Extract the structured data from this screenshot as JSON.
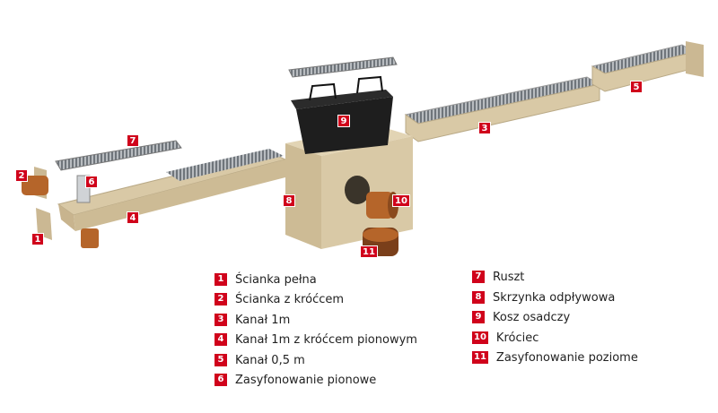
{
  "callouts": [
    "1",
    "2",
    "3",
    "4",
    "5",
    "6",
    "7",
    "8",
    "9",
    "10",
    "11"
  ],
  "legend": [
    {
      "num": "1",
      "label": "Ścianka pełna"
    },
    {
      "num": "2",
      "label": "Ścianka z króćcem"
    },
    {
      "num": "3",
      "label": "Kanał 1m"
    },
    {
      "num": "4",
      "label": "Kanał 1m z króćcem pionowym"
    },
    {
      "num": "5",
      "label": "Kanał 0,5 m"
    },
    {
      "num": "6",
      "label": "Zasyfonowanie pionowe"
    },
    {
      "num": "7",
      "label": "Ruszt"
    },
    {
      "num": "8",
      "label": "Skrzynka odpływowa"
    },
    {
      "num": "9",
      "label": "Kosz osadczy"
    },
    {
      "num": "10",
      "label": "Króciec"
    },
    {
      "num": "11",
      "label": "Zasyfonowanie poziome"
    }
  ],
  "colors": {
    "badge": "#d0021b",
    "concrete": "#d9c9a6",
    "grate": "#9aa0a6",
    "copper": "#b5652a",
    "basket": "#1e1e1e"
  }
}
